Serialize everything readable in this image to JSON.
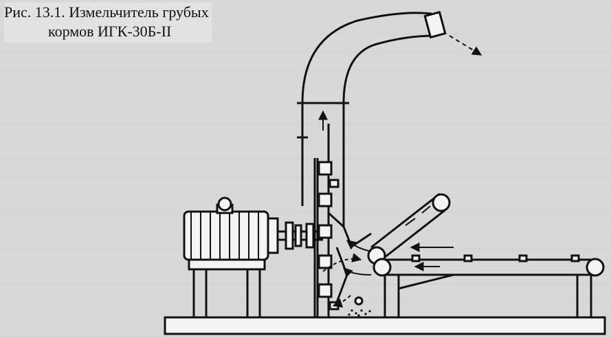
{
  "figure": {
    "caption_number": "Рис. 13.1.",
    "caption_title_line1": "Измельчитель грубых",
    "caption_title_line2": "кормов ИГК-30Б-II"
  }
}
